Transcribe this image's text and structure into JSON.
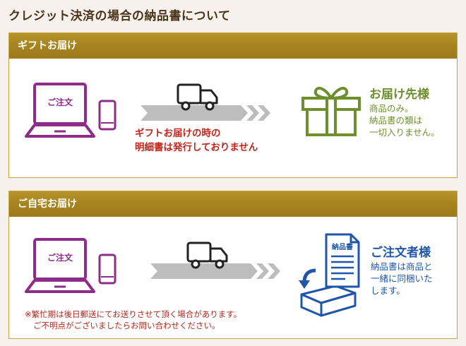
{
  "page": {
    "title": "クレジット決済の場合の納品書について"
  },
  "sections": {
    "gift": {
      "header": "ギフトお届け",
      "laptop_label": "ご注文",
      "note_line1": "ギフトお届けの時の",
      "note_line2": "明細書は発行しておりません",
      "recipient_title": "お届け先様",
      "recipient_line1": "商品のみ。",
      "recipient_line2": "納品書の類は",
      "recipient_line3": "一切入りません。"
    },
    "home": {
      "header": "ご自宅お届け",
      "laptop_label": "ご注文",
      "doc_label": "納品書",
      "recipient_title": "ご注文者様",
      "recipient_line1": "納品書は商品と",
      "recipient_line2": "一緒に同梱いた",
      "recipient_line3": "します。",
      "footnote_line1": "※繁忙期は後日郵送にてお送りさせて頂く場合があります。",
      "footnote_line2": "ご不明点がございましたらお問い合わせください。"
    }
  },
  "icons": {
    "laptop": "laptop-icon",
    "phone": "smartphone-icon",
    "truck": "delivery-truck-icon",
    "arrow": "chevron-arrow-icon",
    "gift": "gift-box-icon",
    "document": "invoice-document-icon",
    "box": "package-box-icon"
  },
  "colors": {
    "header_gold": "#a5841f",
    "device_purple": "#8e2c8a",
    "gift_green": "#6e8f2e",
    "doc_blue": "#1f56a8",
    "note_red": "#c0261b"
  }
}
